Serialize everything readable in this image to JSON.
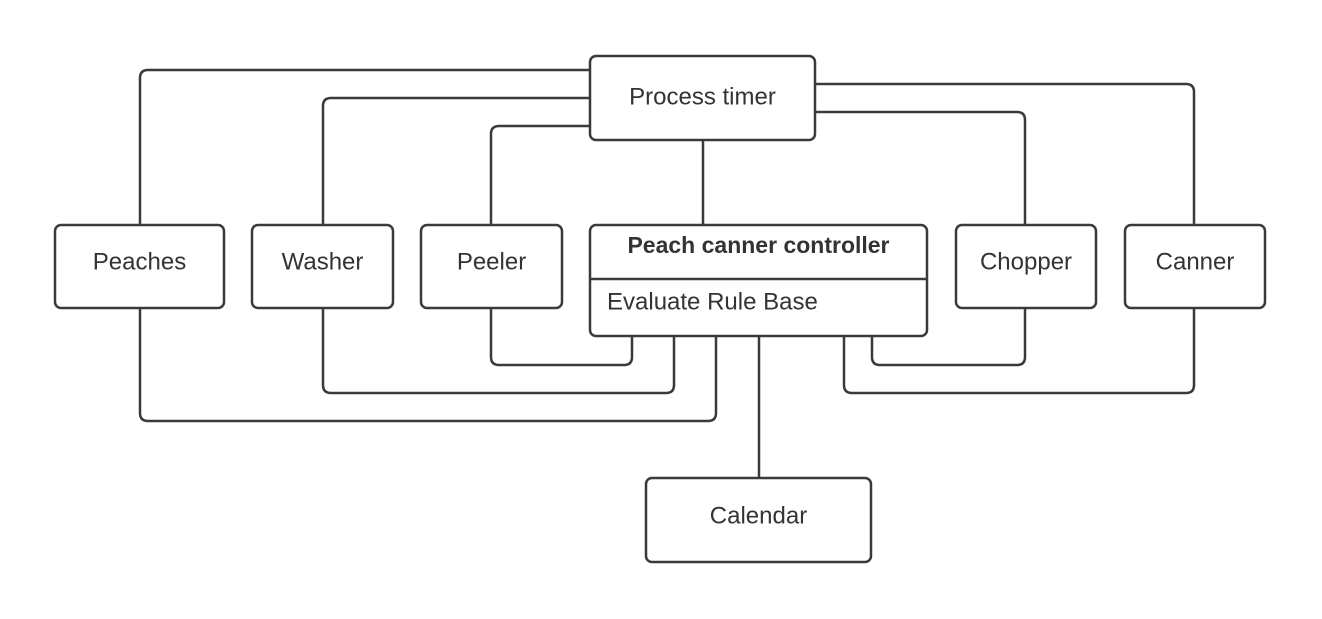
{
  "nodes": {
    "process_timer": "Process timer",
    "peaches": "Peaches",
    "washer": "Washer",
    "peeler": "Peeler",
    "controller": {
      "title": "Peach canner controller",
      "operation": "Evaluate Rule Base"
    },
    "chopper": "Chopper",
    "canner": "Canner",
    "calendar": "Calendar"
  },
  "connections": [
    [
      "process_timer",
      "peaches"
    ],
    [
      "process_timer",
      "washer"
    ],
    [
      "process_timer",
      "peeler"
    ],
    [
      "process_timer",
      "controller"
    ],
    [
      "process_timer",
      "chopper"
    ],
    [
      "process_timer",
      "canner"
    ],
    [
      "controller",
      "peaches"
    ],
    [
      "controller",
      "washer"
    ],
    [
      "controller",
      "peeler"
    ],
    [
      "controller",
      "chopper"
    ],
    [
      "controller",
      "canner"
    ],
    [
      "controller",
      "calendar"
    ]
  ]
}
